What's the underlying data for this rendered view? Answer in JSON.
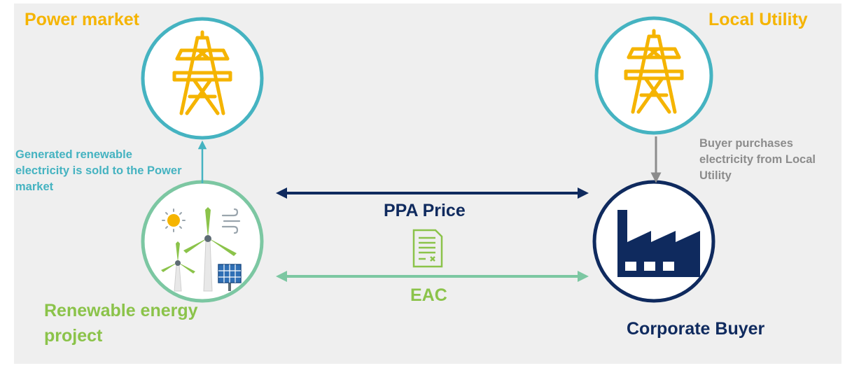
{
  "nodes": {
    "power_market": {
      "label": "Power market",
      "icon": "power-pylon-icon"
    },
    "local_utility": {
      "label": "Local Utility",
      "icon": "power-pylon-icon"
    },
    "renewable_project": {
      "label": "Renewable energy project",
      "icon": "renewable-energy-icon"
    },
    "corporate_buyer": {
      "label": "Corporate Buyer",
      "icon": "factory-icon"
    }
  },
  "captions": {
    "sold_to_market": "Generated renewable electricity is sold to the Power market",
    "buyer_purchases": "Buyer purchases electricity from Local Utility"
  },
  "flows": {
    "ppa_price": "PPA Price",
    "eac": "EAC",
    "certificate_icon": "certificate-icon"
  },
  "colors": {
    "pylon": "#f5b400",
    "teal": "#45b3c1",
    "green": "#8bc34a",
    "navy": "#0f2a5e",
    "grey_arrow": "#8c8c8c",
    "mint": "#7cc7a2"
  }
}
